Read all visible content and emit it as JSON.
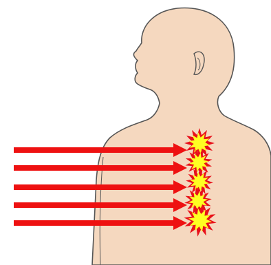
{
  "colors": {
    "background": "#ffffff",
    "skin": "#f5d8bf",
    "outline": "#555555",
    "arrow": "#ee1111",
    "burst_outer": "#e8101a",
    "burst_inner": "#ffff22"
  },
  "figure": {
    "subject": "human-silhouette-side-profile"
  },
  "arrows": [
    {
      "name": "arrow-1"
    },
    {
      "name": "arrow-2"
    },
    {
      "name": "arrow-3"
    },
    {
      "name": "arrow-4"
    },
    {
      "name": "arrow-5"
    }
  ],
  "impacts": [
    {
      "name": "impact-burst-1"
    },
    {
      "name": "impact-burst-2"
    },
    {
      "name": "impact-burst-3"
    },
    {
      "name": "impact-burst-4"
    },
    {
      "name": "impact-burst-5"
    }
  ]
}
